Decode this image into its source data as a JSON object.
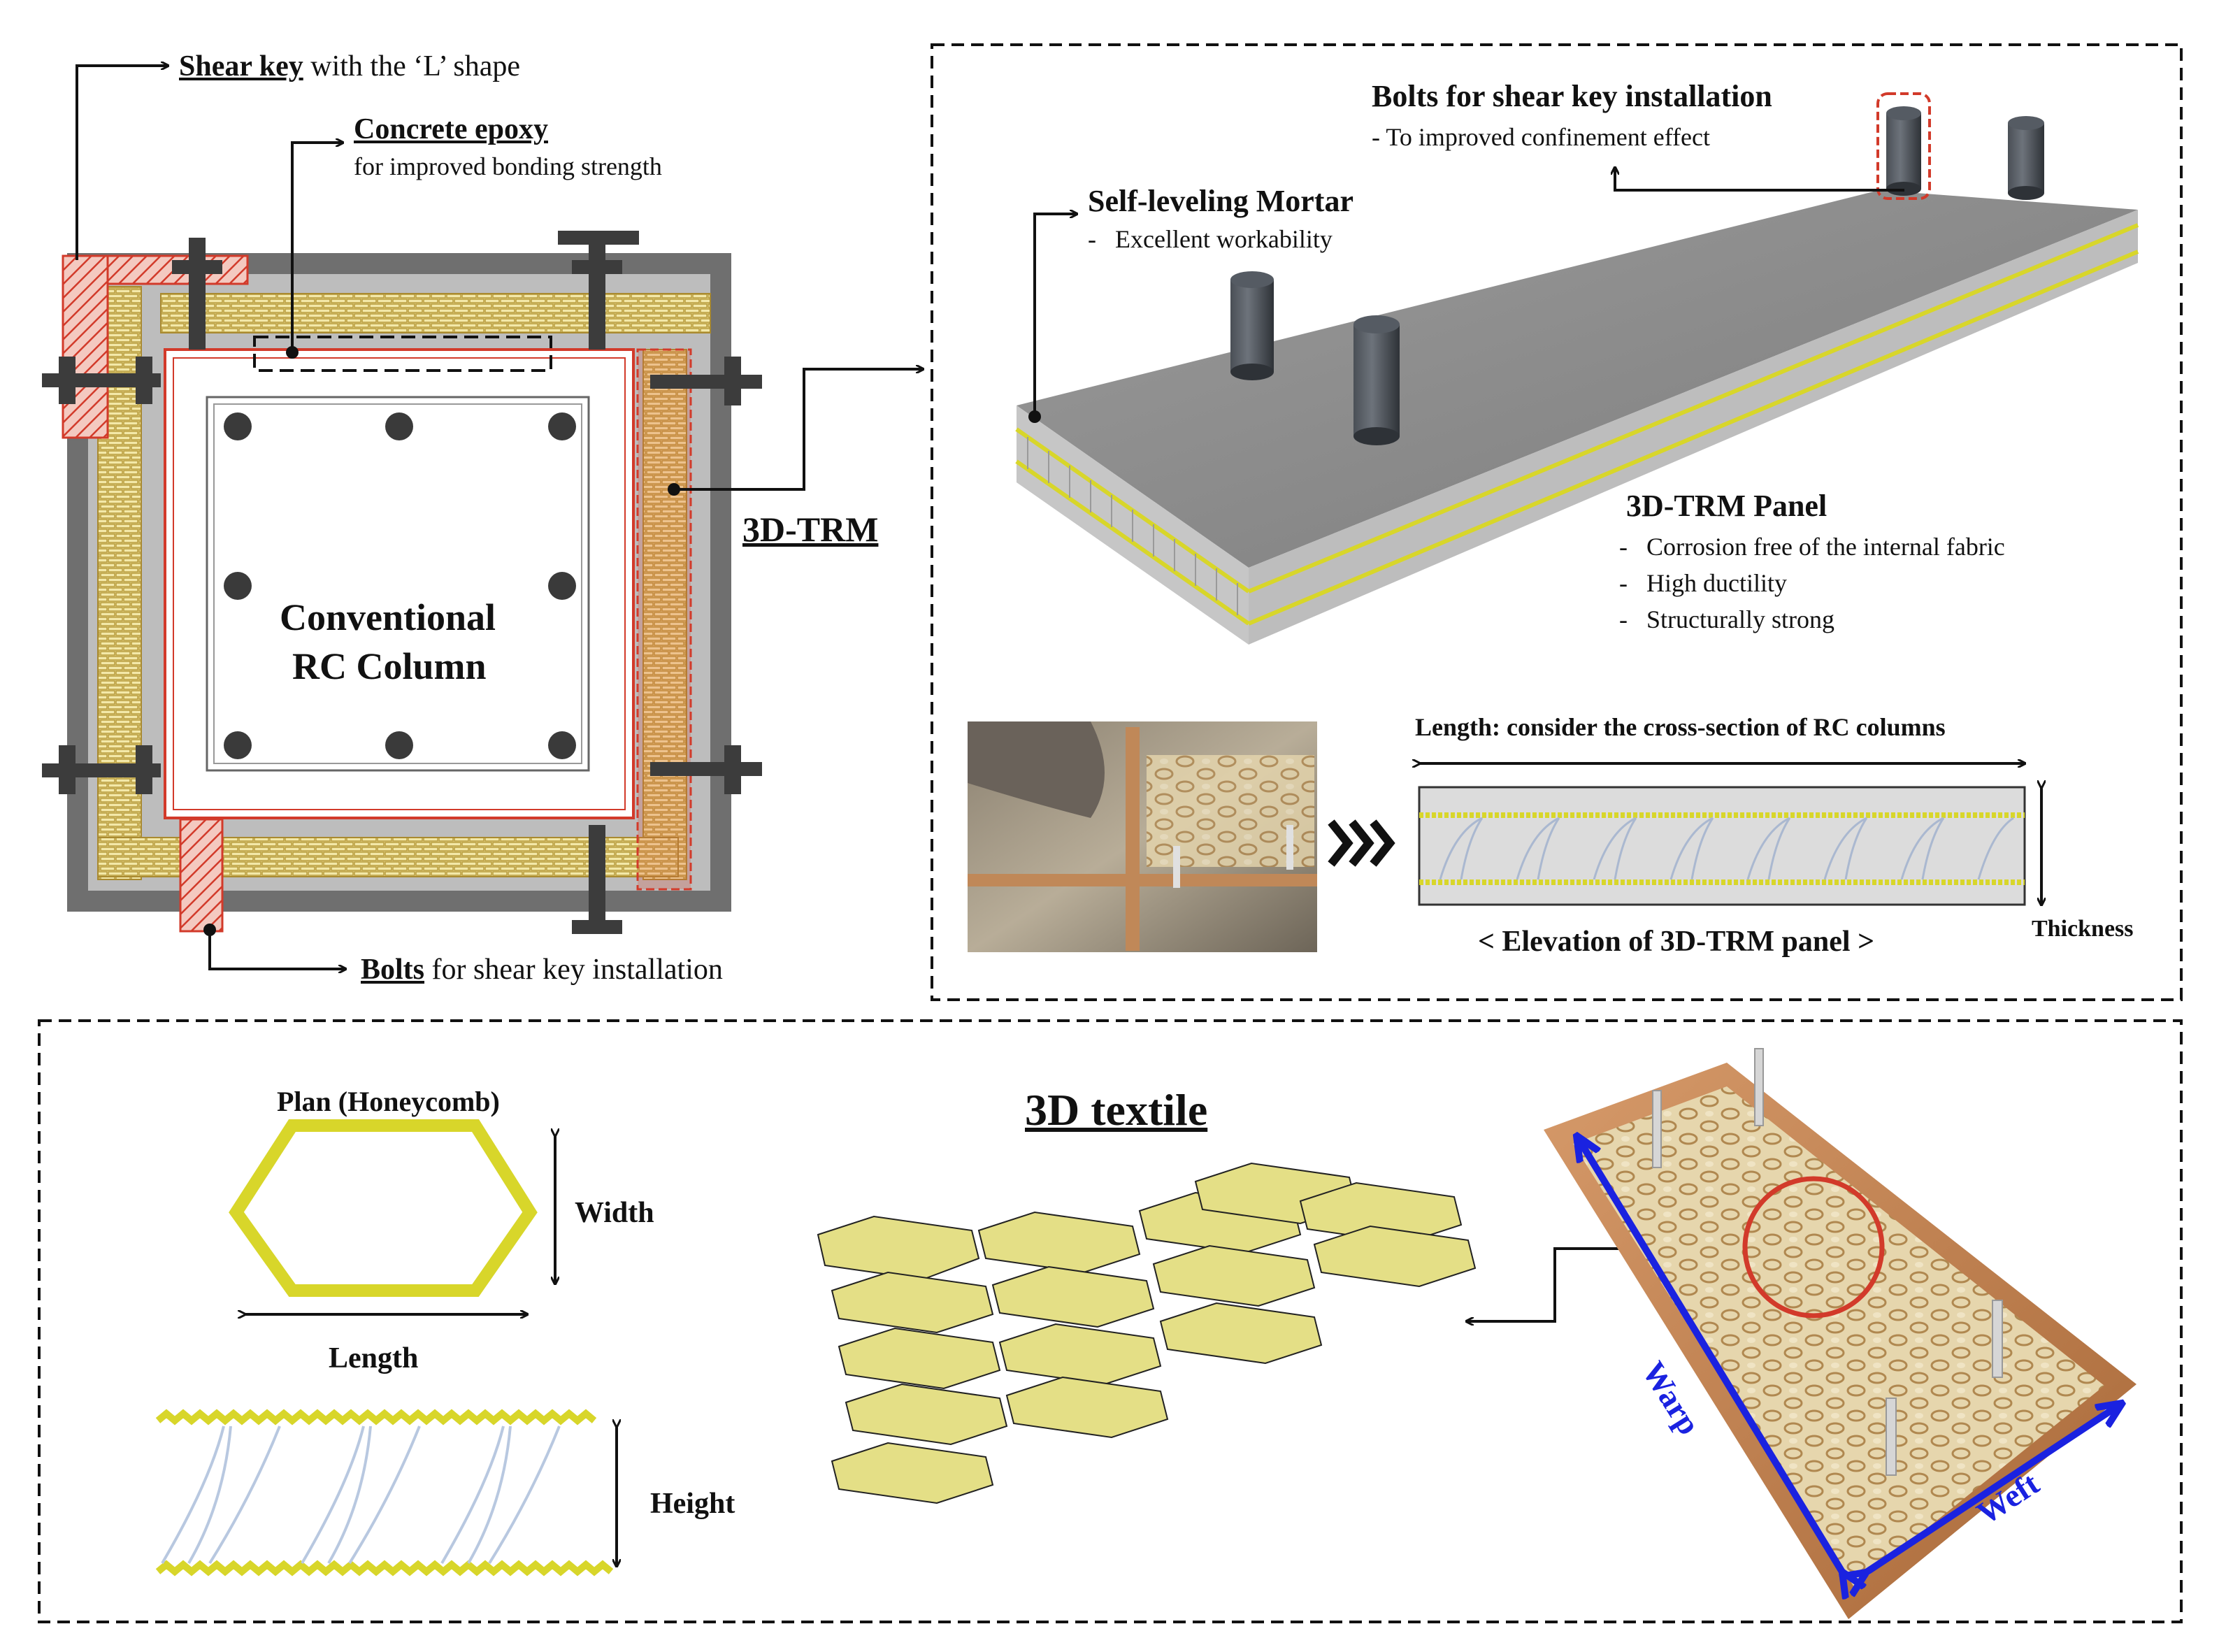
{
  "column": {
    "shear_key_bold": "Shear key",
    "shear_key_rest": " with the ‘L’ shape",
    "epoxy_title": "Concrete epoxy",
    "epoxy_sub": "for improved bonding strength",
    "center_line1": "Conventional",
    "center_line2": "RC Column",
    "bolts_bold": "Bolts",
    "bolts_rest": " for shear key installation",
    "trm_link": "3D-TRM"
  },
  "panel": {
    "bolts_title": "Bolts for shear key installation",
    "bolts_sub": "- To improved confinement effect",
    "mortar_title": "Self-leveling Mortar",
    "mortar_sub": "Excellent workability",
    "trm_title": "3D-TRM Panel",
    "features": [
      "Corrosion free of the internal fabric",
      "High ductility",
      "Structurally strong"
    ],
    "length_label": "Length: consider the cross-section of RC columns",
    "thickness_label": "Thickness",
    "elevation_caption": "< Elevation of 3D-TRM panel >"
  },
  "textile": {
    "title": "3D textile",
    "plan_label": "Plan (Honeycomb)",
    "width_label": "Width",
    "length_label": "Length",
    "height_label": "Height",
    "warp_label": "Warp",
    "weft_label": "Weft"
  },
  "colors": {
    "textile_yellow": "#d8d62a",
    "shear_key_red": "#d23a2a",
    "arrow_blue": "#1a22e0",
    "steel_dark": "#3c3c3c"
  }
}
